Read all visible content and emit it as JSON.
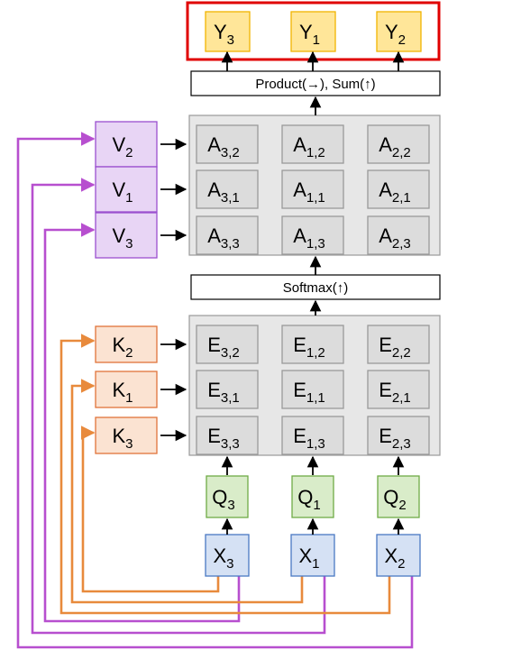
{
  "output": {
    "border_color": "#e00000",
    "boxes": [
      {
        "main": "Y",
        "sub": "3"
      },
      {
        "main": "Y",
        "sub": "1"
      },
      {
        "main": "Y",
        "sub": "2"
      }
    ],
    "fill": "#ffe699",
    "stroke": "#f0b400"
  },
  "product_bar": {
    "label": "Product(→),  Sum(↑)"
  },
  "softmax_bar": {
    "label": "Softmax(↑)"
  },
  "values": {
    "fill": "#e8d5f5",
    "stroke": "#9a4fcf",
    "wire_color": "#b74fcf",
    "items": [
      {
        "main": "V",
        "sub": "2"
      },
      {
        "main": "V",
        "sub": "1"
      },
      {
        "main": "V",
        "sub": "3"
      }
    ]
  },
  "keys": {
    "fill": "#fbe3d2",
    "stroke": "#e0743a",
    "wire_color": "#e88a3c",
    "items": [
      {
        "main": "K",
        "sub": "2"
      },
      {
        "main": "K",
        "sub": "1"
      },
      {
        "main": "K",
        "sub": "3"
      }
    ]
  },
  "attention_grid": {
    "fill": "#e7e7e7",
    "cell_fill": "#dcdcdc",
    "stroke": "#9a9a9a",
    "cells": [
      [
        {
          "main": "A",
          "sub": "3,2"
        },
        {
          "main": "A",
          "sub": "1,2"
        },
        {
          "main": "A",
          "sub": "2,2"
        }
      ],
      [
        {
          "main": "A",
          "sub": "3,1"
        },
        {
          "main": "A",
          "sub": "1,1"
        },
        {
          "main": "A",
          "sub": "2,1"
        }
      ],
      [
        {
          "main": "A",
          "sub": "3,3"
        },
        {
          "main": "A",
          "sub": "1,3"
        },
        {
          "main": "A",
          "sub": "2,3"
        }
      ]
    ]
  },
  "energy_grid": {
    "cells": [
      [
        {
          "main": "E",
          "sub": "3,2"
        },
        {
          "main": "E",
          "sub": "1,2"
        },
        {
          "main": "E",
          "sub": "2,2"
        }
      ],
      [
        {
          "main": "E",
          "sub": "3,1"
        },
        {
          "main": "E",
          "sub": "1,1"
        },
        {
          "main": "E",
          "sub": "2,1"
        }
      ],
      [
        {
          "main": "E",
          "sub": "3,3"
        },
        {
          "main": "E",
          "sub": "1,3"
        },
        {
          "main": "E",
          "sub": "2,3"
        }
      ]
    ]
  },
  "queries": {
    "fill": "#d9ecc9",
    "stroke": "#6fab46",
    "items": [
      {
        "main": "Q",
        "sub": "3"
      },
      {
        "main": "Q",
        "sub": "1"
      },
      {
        "main": "Q",
        "sub": "2"
      }
    ]
  },
  "inputs": {
    "fill": "#d5e1f4",
    "stroke": "#4a78c4",
    "items": [
      {
        "main": "X",
        "sub": "3"
      },
      {
        "main": "X",
        "sub": "1"
      },
      {
        "main": "X",
        "sub": "2"
      }
    ]
  }
}
